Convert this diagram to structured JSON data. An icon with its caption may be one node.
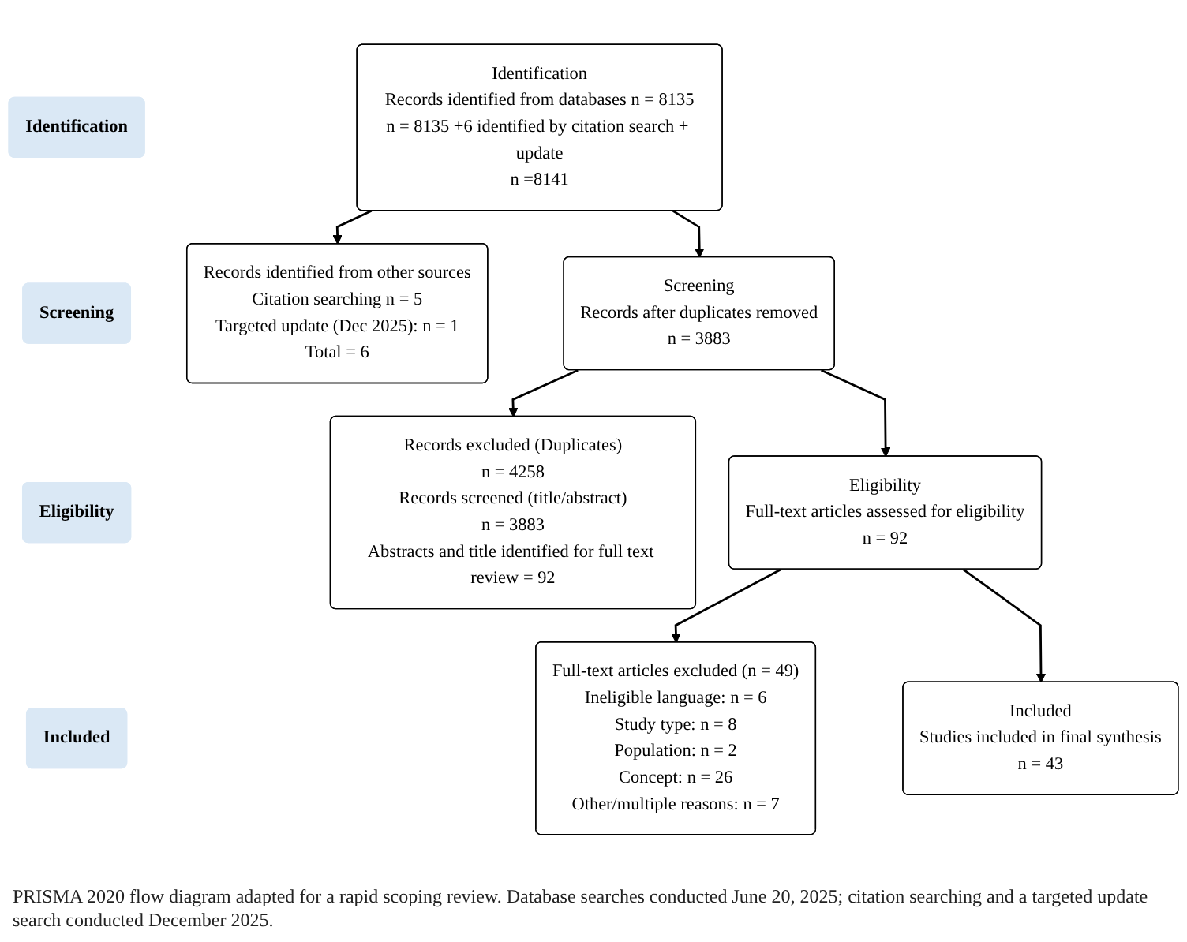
{
  "diagram": {
    "caption": "PRISMA 2020 flow diagram adapted for a rapid scoping review. Database searches conducted June 20, 2025; citation searching and a targeted update search conducted December 2025.",
    "nodes": [
      {
        "text": [
          "Identification"
        ]
      },
      {
        "text": [
          "Identification",
          "Records identified from databases n = 8135",
          "n = 8135 +6 identified by citation search + update",
          "n =8141"
        ]
      },
      {
        "text": [
          "Records identified from other sources",
          "Citation searching n = 5",
          "Targeted update (Dec 2025): n = 1",
          "Total = 6"
        ]
      },
      {
        "text": [
          "Screening"
        ]
      },
      {
        "text": [
          "Screening",
          "Records after duplicates removed",
          "n = 3883"
        ]
      },
      {
        "text": [
          "Records excluded (Duplicates)",
          "n = 4258",
          "Records screened (title/abstract)",
          "n = 3883",
          "Abstracts and title identified for full text review = 92"
        ]
      },
      {
        "text": [
          "Eligibility"
        ]
      },
      {
        "text": [
          "Eligibility",
          "Full-text articles assessed for eligibility",
          "n = 92"
        ]
      },
      {
        "text": [
          "Full-text articles excluded (n = 49)",
          "Ineligible language: n = 6",
          "Study type: n = 8",
          "Population: n = 2",
          "Concept: n = 26",
          "Other/multiple reasons: n = 7"
        ]
      },
      {
        "text": [
          "Included"
        ]
      },
      {
        "text": [
          "Included",
          "Studies included in final synthesis",
          "n = 43"
        ]
      }
    ],
    "edges": [
      {
        "from": 1,
        "to": 2,
        "arrow": "to"
      },
      {
        "from": 1,
        "to": 4,
        "arrow": "to"
      },
      {
        "from": 4,
        "to": 5,
        "arrow": "to"
      },
      {
        "from": 4,
        "to": 7,
        "arrow": "to"
      },
      {
        "from": 7,
        "to": 8,
        "arrow": "to"
      },
      {
        "from": 7,
        "to": 10,
        "arrow": "to"
      }
    ]
  }
}
